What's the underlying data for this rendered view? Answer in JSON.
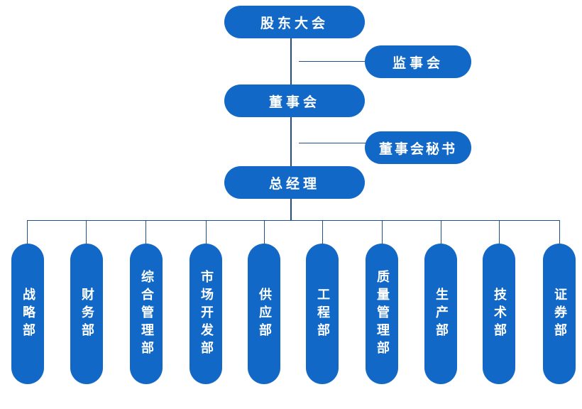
{
  "top": {
    "shareholders": "股东大会",
    "supervisory": "监事会",
    "board": "董事会",
    "board_secretary": "董事会秘书",
    "general_manager": "总经理"
  },
  "departments": [
    "战略部",
    "财务部",
    "综合管理部",
    "市场开发部",
    "供应部",
    "工程部",
    "质量管理部",
    "生产部",
    "技术部",
    "证券部"
  ],
  "colors": {
    "node": "#1268c6",
    "line": "#1f4f86",
    "text": "#ffffff"
  }
}
